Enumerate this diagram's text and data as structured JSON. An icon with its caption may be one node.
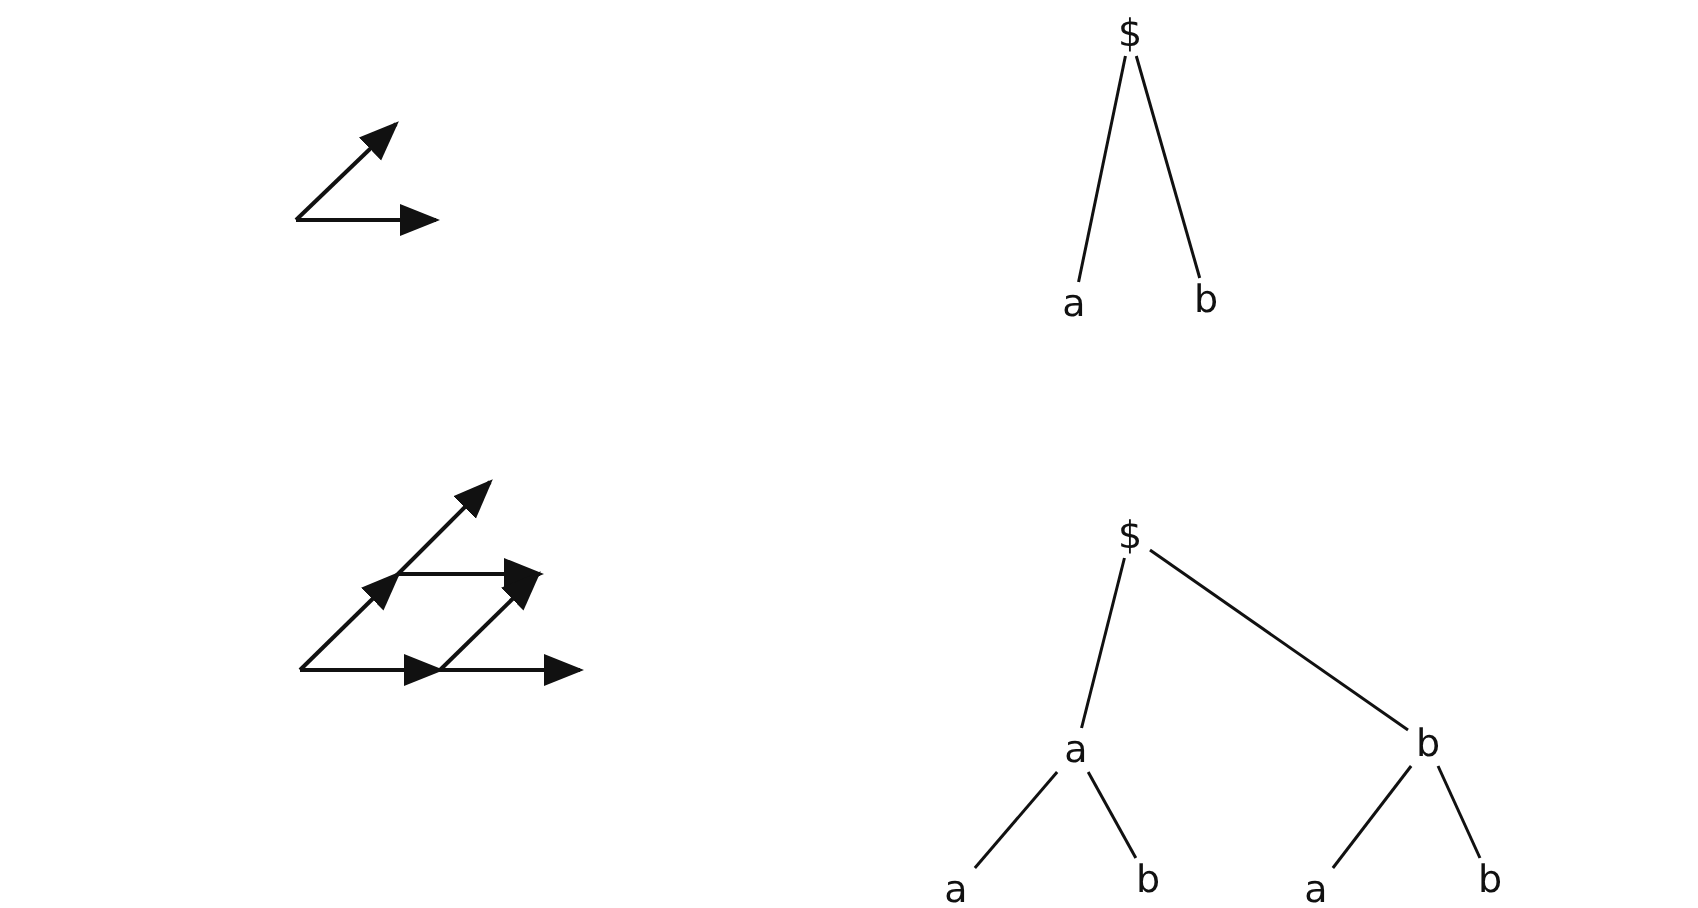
{
  "diagram": {
    "nodes": [
      {
        "text": [
          "$"
        ]
      },
      {
        "text": [
          "a"
        ]
      },
      {
        "text": [
          "b"
        ]
      },
      {
        "text": [
          "$"
        ]
      },
      {
        "text": [
          "a"
        ]
      },
      {
        "text": [
          "b"
        ]
      },
      {
        "text": [
          "a"
        ]
      },
      {
        "text": [
          "b"
        ]
      },
      {
        "text": [
          "a"
        ]
      },
      {
        "text": [
          "b"
        ]
      }
    ],
    "edges": [
      {
        "from": 0,
        "to": 1,
        "arrow": "none"
      },
      {
        "from": 0,
        "to": 2,
        "arrow": "none"
      },
      {
        "from": 3,
        "to": 4,
        "arrow": "none"
      },
      {
        "from": 3,
        "to": 5,
        "arrow": "none"
      },
      {
        "from": 4,
        "to": 6,
        "arrow": "none"
      },
      {
        "from": 4,
        "to": 7,
        "arrow": "none"
      },
      {
        "from": 5,
        "to": 8,
        "arrow": "none"
      },
      {
        "from": 5,
        "to": 9,
        "arrow": "none"
      }
    ]
  }
}
